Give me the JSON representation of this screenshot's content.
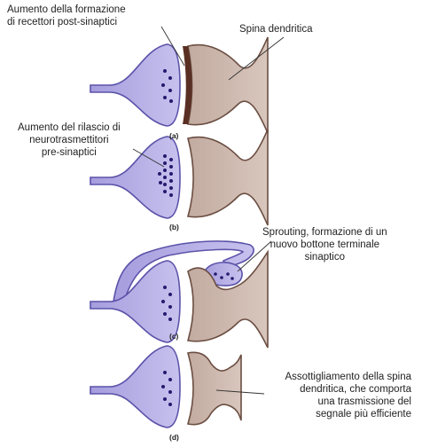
{
  "panel_a": {
    "label_left_line1": "Aumento della formazione",
    "label_left_line2": "di recettori post-sinaptici",
    "label_right": "Spina dendritica",
    "tag": "(a)"
  },
  "panel_b": {
    "label_line1": "Aumento del rilascio di",
    "label_line2": "neurotrasmettitori",
    "label_line3": "pre-sinaptici",
    "tag": "(b)"
  },
  "panel_c": {
    "label_line1": "Sprouting, formazione di un",
    "label_line2": "nuovo bottone terminale",
    "label_line3": "sinaptico",
    "tag": "(c)"
  },
  "panel_d": {
    "label_line1": "Assottigliamento della spina",
    "label_line2": "dendritica, che comporta",
    "label_line3": "una trasmissione del",
    "label_line4": "segnale più efficiente",
    "tag": "(d)"
  },
  "colors": {
    "presynaptic_fill": "#b9b2e6",
    "presynaptic_stroke": "#5a52a8",
    "spine_fill": "#cdb8ad",
    "spine_stroke": "#6b4e42",
    "receptor_band": "#5a2f23",
    "vesicle": "#231a6e"
  }
}
